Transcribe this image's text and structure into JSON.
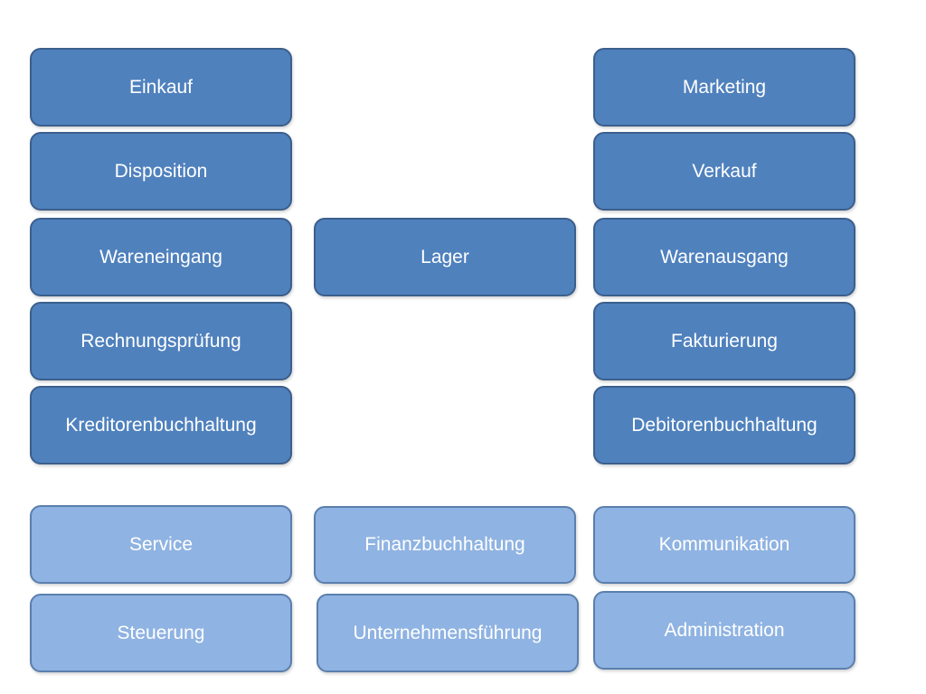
{
  "left_column": {
    "einkauf": "Einkauf",
    "disposition": "Disposition",
    "wareneingang": "Wareneingang",
    "rechnungspruefung": "Rechnungsprüfung",
    "kreditorenbuchhaltung": "Kreditorenbuchhaltung"
  },
  "middle_column": {
    "lager": "Lager"
  },
  "right_column": {
    "marketing": "Marketing",
    "verkauf": "Verkauf",
    "warenausgang": "Warenausgang",
    "fakturierung": "Fakturierung",
    "debitorenbuchhaltung": "Debitorenbuchhaltung"
  },
  "support_row": {
    "service": "Service",
    "finanzbuchhaltung": "Finanzbuchhaltung",
    "kommunikation": "Kommunikation",
    "steuerung": "Steuerung",
    "unternehmensfuehrung": "Unternehmensführung",
    "administration": "Administration"
  },
  "colors": {
    "core_process_fill": "#4f81bd",
    "support_process_fill": "#8fb3e2",
    "text": "#ffffff"
  }
}
